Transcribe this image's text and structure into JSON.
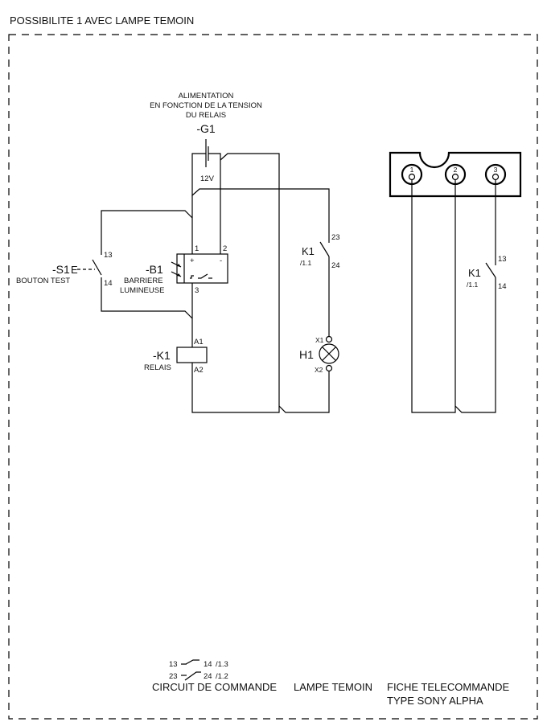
{
  "title": "POSSIBILITE 1 AVEC LAMPE TEMOIN",
  "supply": {
    "note_lines": [
      "ALIMENTATION",
      "EN FONCTION DE LA TENSION",
      "DU RELAIS"
    ],
    "tag": "-G1",
    "voltage": "12V"
  },
  "test_button": {
    "tag": "-S1",
    "actuator": "E",
    "label": "BOUTON TEST",
    "terminal_top": "13",
    "terminal_bottom": "14"
  },
  "barrier": {
    "tag": "-B1",
    "label_lines": [
      "BARRIERE",
      "LUMINEUSE"
    ],
    "terminals": [
      "1",
      "2",
      "3"
    ],
    "plus": "+",
    "minus": "-"
  },
  "relay": {
    "tag": "-K1",
    "label": "RELAIS",
    "terminal_top": "A1",
    "terminal_bottom": "A2"
  },
  "lamp_contact": {
    "tag": "K1",
    "ref": "/1.1",
    "terminal_top": "23",
    "terminal_bottom": "24"
  },
  "lamp": {
    "tag": "H1",
    "terminal_top": "X1",
    "terminal_bottom": "X2"
  },
  "connector": {
    "pins": [
      "1",
      "2",
      "3"
    ]
  },
  "remote_contact": {
    "tag": "K1",
    "ref": "/1.1",
    "terminal_top": "13",
    "terminal_bottom": "14"
  },
  "contact_legend": [
    {
      "from": "13",
      "to": "14",
      "ref": "/1.3"
    },
    {
      "from": "23",
      "to": "24",
      "ref": "/1.2"
    }
  ],
  "sections": {
    "control": "CIRCUIT DE COMMANDE",
    "lamp": "LAMPE TEMOIN",
    "remote_line1": "FICHE TELECOMMANDE",
    "remote_line2": "TYPE SONY ALPHA"
  }
}
